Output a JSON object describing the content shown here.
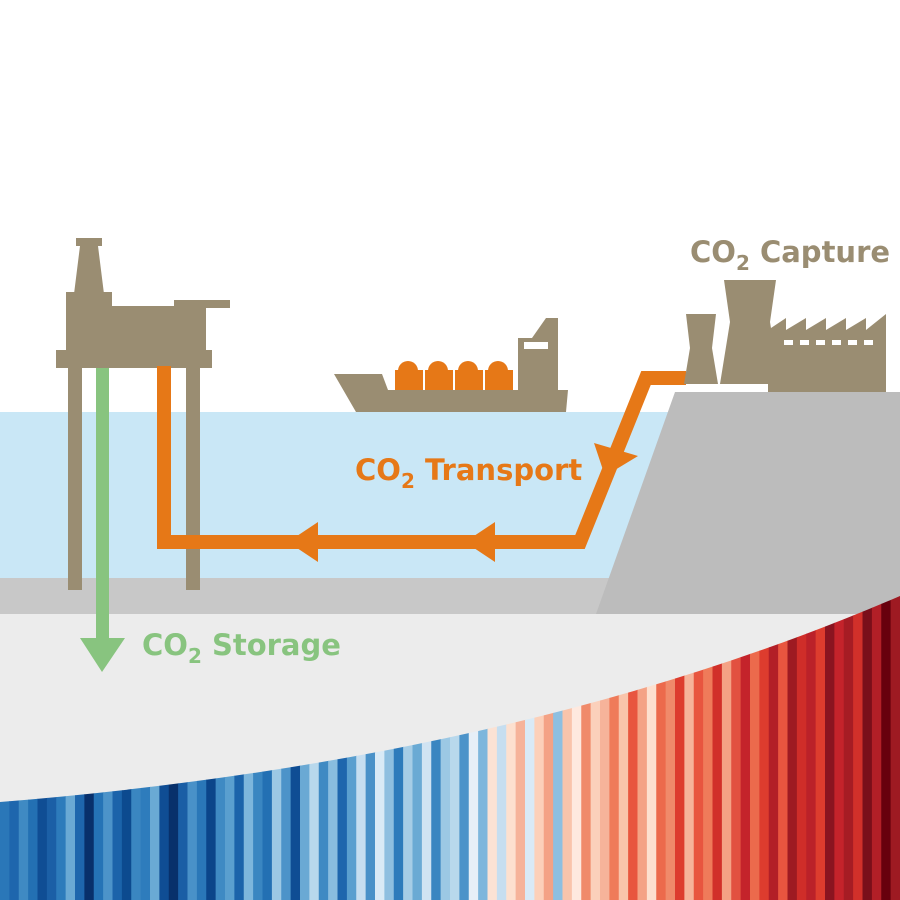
{
  "labels": {
    "capture": {
      "main": "CO",
      "sub": "2",
      "rest": " Capture"
    },
    "transport": {
      "main": "CO",
      "sub": "2",
      "rest": " Transport"
    },
    "storage": {
      "main": "CO",
      "sub": "2",
      "rest": " Storage"
    }
  },
  "colors": {
    "sky": "#ffffff",
    "sea": "#c9e7f6",
    "seabed": "#c8c8c8",
    "subsurface": "#ececec",
    "land": "#bcbcbc",
    "structure": "#9a8d72",
    "transport_orange": "#e67817",
    "storage_green": "#88c47f",
    "window": "#ffffff"
  },
  "warming_stripes": [
    "#2a77b8",
    "#1e66ad",
    "#3f8ac3",
    "#2370b3",
    "#0f4d94",
    "#1b5fa6",
    "#2d7bbb",
    "#6aa9d4",
    "#1e66ad",
    "#08306b",
    "#2573b6",
    "#4c93c9",
    "#1b63aa",
    "#0c4a8f",
    "#3a86c1",
    "#2e7cbc",
    "#6aaad4",
    "#0f4d94",
    "#08306b",
    "#1a5ea5",
    "#4991c8",
    "#2a77b8",
    "#0b458a",
    "#3f8ac3",
    "#5a9fcf",
    "#1b63aa",
    "#7db6dc",
    "#3a86c1",
    "#2370b3",
    "#9cc8e4",
    "#4c93c9",
    "#0f4d94",
    "#6aa9d4",
    "#b8d8ec",
    "#3f8ac3",
    "#89bddf",
    "#1e66ad",
    "#5a9fcf",
    "#c6def0",
    "#4991c8",
    "#d9eaf6",
    "#8ebfe0",
    "#2d7bbb",
    "#a6cde6",
    "#6aaad4",
    "#d0e3f2",
    "#3a86c1",
    "#9cc8e4",
    "#b8d8ec",
    "#4c93c9",
    "#e6eff7",
    "#7db6dc",
    "#fbe2d4",
    "#c6def0",
    "#fde0cf",
    "#f6b39a",
    "#d9eaf6",
    "#fcd0b9",
    "#f4a285",
    "#8ebfe0",
    "#f9c4ab",
    "#fee9df",
    "#f08a6a",
    "#fbd0bb",
    "#f6b39a",
    "#ef7b5a",
    "#f9c4ab",
    "#e8553f",
    "#f4a285",
    "#fde0cf",
    "#ec6a4c",
    "#f08a6a",
    "#dd3c2e",
    "#f6b39a",
    "#e8553f",
    "#ef7b5a",
    "#d1302a",
    "#f4a285",
    "#e25140",
    "#c4232b",
    "#ec6a4c",
    "#dd3c2e",
    "#b21f27",
    "#e8553f",
    "#9e1a22",
    "#cf2d29",
    "#bb2129",
    "#dd3c2e",
    "#8a1420",
    "#c4232b",
    "#a61c24",
    "#d1302a",
    "#7a0f1a",
    "#b21f27",
    "#67000d",
    "#9e1a22"
  ]
}
